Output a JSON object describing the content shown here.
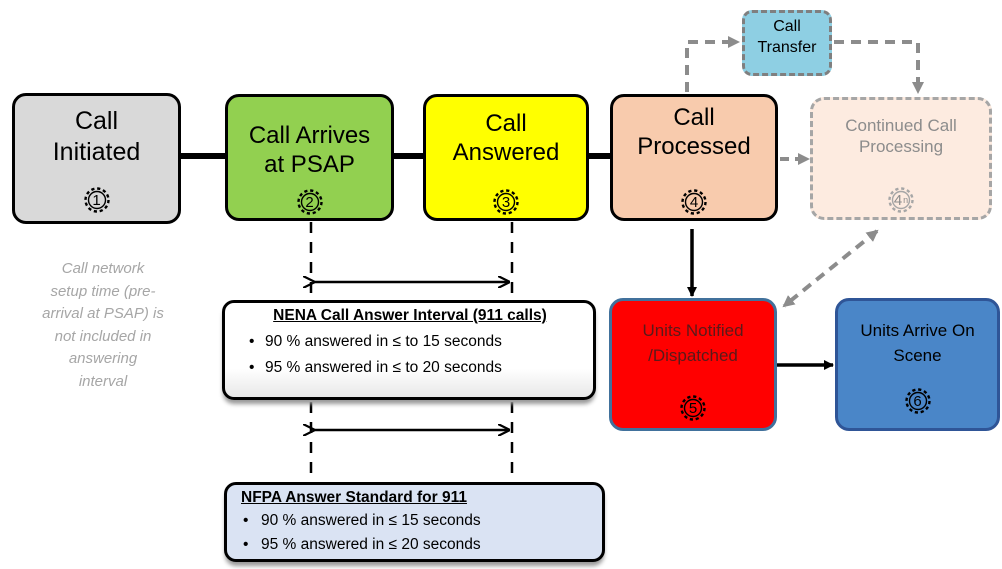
{
  "boxes": {
    "call_initiated": {
      "label_lines": [
        "Call",
        "Initiated"
      ],
      "step": "1"
    },
    "call_arrives": {
      "label_lines": [
        "Call Arrives",
        "at PSAP"
      ],
      "step": "2"
    },
    "call_answered": {
      "label_lines": [
        "Call",
        "Answered"
      ],
      "step": "3"
    },
    "call_processed": {
      "label_lines": [
        "Call",
        "Processed"
      ],
      "step": "4"
    },
    "continued_processing": {
      "label_lines": [
        "Continued Call",
        "Processing"
      ],
      "step": "4",
      "step_sub": "n"
    },
    "call_transfer": {
      "label_lines": [
        "Call",
        "Transfer"
      ]
    },
    "units_notified": {
      "label_lines": [
        "Units Notified",
        "/Dispatched"
      ],
      "step": "5"
    },
    "units_arrive": {
      "label_lines": [
        "Units Arrive On",
        "Scene"
      ],
      "step": "6"
    }
  },
  "note_lines": [
    "Call network",
    "setup time (pre-",
    "arrival at PSAP) is",
    "not included in",
    "answering",
    "interval"
  ],
  "nena": {
    "title": "NENA Call Answer Interval (911 calls)",
    "bullets": [
      "90 % answered in ≤ to 15 seconds",
      "95 % answered in ≤ to 20 seconds"
    ]
  },
  "nfpa": {
    "title": "NFPA Answer Standard for 911",
    "bullets": [
      "90 % answered in ≤ 15 seconds",
      "95 % answered in ≤ 20 seconds"
    ]
  },
  "colors": {
    "call_initiated": "#d9d9d9",
    "call_arrives": "#92d050",
    "call_answered": "#ffff00",
    "call_processed": "#f8cbad",
    "continued_processing": "#fdebe0",
    "call_transfer": "#8ecfe3",
    "units_notified": "#ff0000",
    "units_arrive": "#4a86c8",
    "nfpa_fill": "#dae3f3",
    "dashed_connector": "#8c8c8c",
    "note_text": "#a6a6a6"
  },
  "icons": {
    "step_marker": "gear-icon",
    "bullet": "•"
  }
}
